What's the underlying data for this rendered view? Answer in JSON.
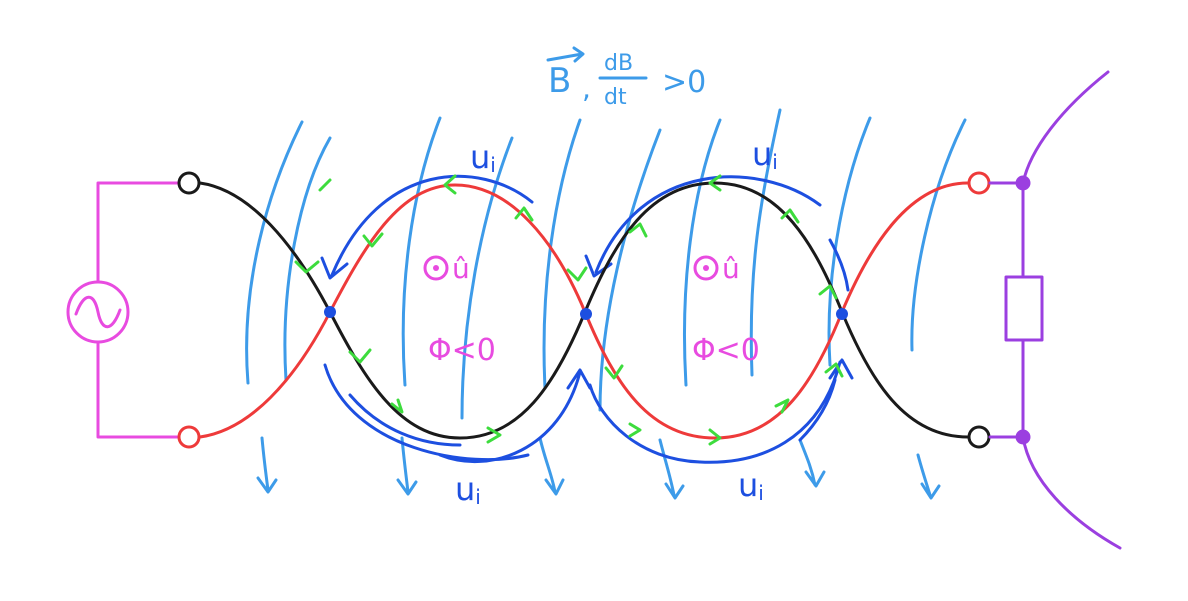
{
  "field_label": {
    "vector": "B",
    "derivative_num": "dB",
    "derivative_den": "dt",
    "relation": ">0"
  },
  "induced_voltage_label": "u",
  "induced_voltage_subscript": "i",
  "loops": [
    {
      "normal_label": "û",
      "flux_label": "Φ<0"
    },
    {
      "normal_label": "û",
      "flux_label": "Φ<0"
    }
  ],
  "colors": {
    "field_lines": "#3d9be9",
    "induced_arrows": "#1d4fe0",
    "wire_red": "#ee3a3a",
    "wire_black": "#1a1a1a",
    "current_arrows": "#3ddc3d",
    "source": "#e84be0",
    "load": "#9b3fe0",
    "junction": "#1d4fe0"
  }
}
